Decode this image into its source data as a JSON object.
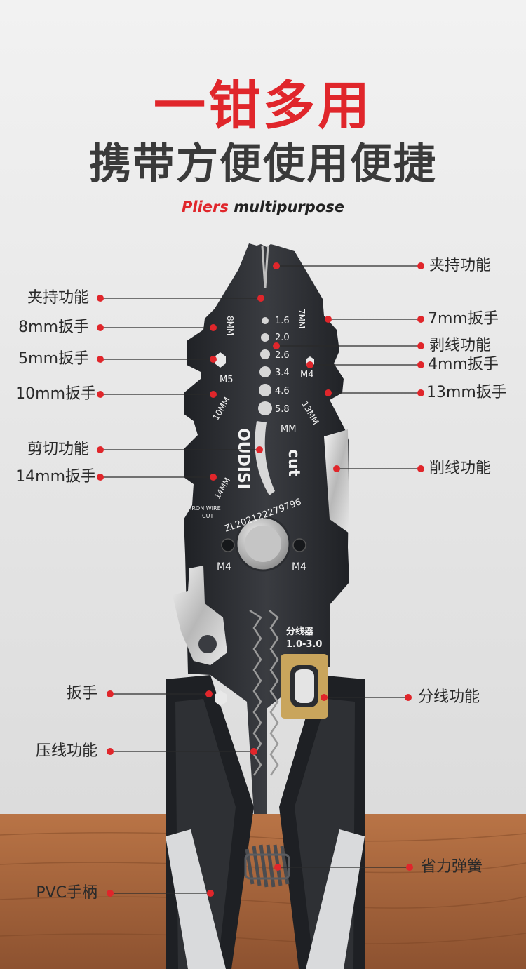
{
  "headline": {
    "main": "一钳多用",
    "sub": "携带方便使用便捷",
    "en_red": "Pliers",
    "en_dark": "multipurpose"
  },
  "callouts_left": [
    {
      "text": "夹持功能"
    },
    {
      "text": "8mm扳手"
    },
    {
      "text": "5mm扳手"
    },
    {
      "text": "10mm扳手"
    },
    {
      "text": "剪切功能"
    },
    {
      "text": "14mm扳手"
    },
    {
      "text": "扳手"
    },
    {
      "text": "压线功能"
    },
    {
      "text": "PVC手柄"
    }
  ],
  "callouts_right": [
    {
      "text": "夹持功能"
    },
    {
      "text": "7mm扳手"
    },
    {
      "text": "剥线功能"
    },
    {
      "text": "4mm扳手"
    },
    {
      "text": "13mm扳手"
    },
    {
      "text": "削线功能"
    },
    {
      "text": "分线功能"
    },
    {
      "text": "省力弹簧"
    }
  ],
  "tool_markings": {
    "strip_sizes": [
      "1.6",
      "2.0",
      "2.6",
      "3.4",
      "4.6",
      "5.8"
    ],
    "unit": "MM",
    "w8": "8MM",
    "w7": "7MM",
    "w10": "10MM",
    "w13": "13MM",
    "w14": "14MM",
    "m5": "M5",
    "m4_upper": "M4",
    "m4_left": "M4",
    "m4_right": "M4",
    "brand": "OUDISI",
    "cut": "cut",
    "iron_wire_1": "IRON WIRE",
    "iron_wire_2": "CUT",
    "patent": "ZL202122279796",
    "splitter_label": "分线器",
    "splitter_range": "1.0-3.0"
  },
  "colors": {
    "accent_red": "#e0262b",
    "tool_dark": "#2b2d31",
    "wood": "#a8643b",
    "brass": "#c9a55c"
  }
}
